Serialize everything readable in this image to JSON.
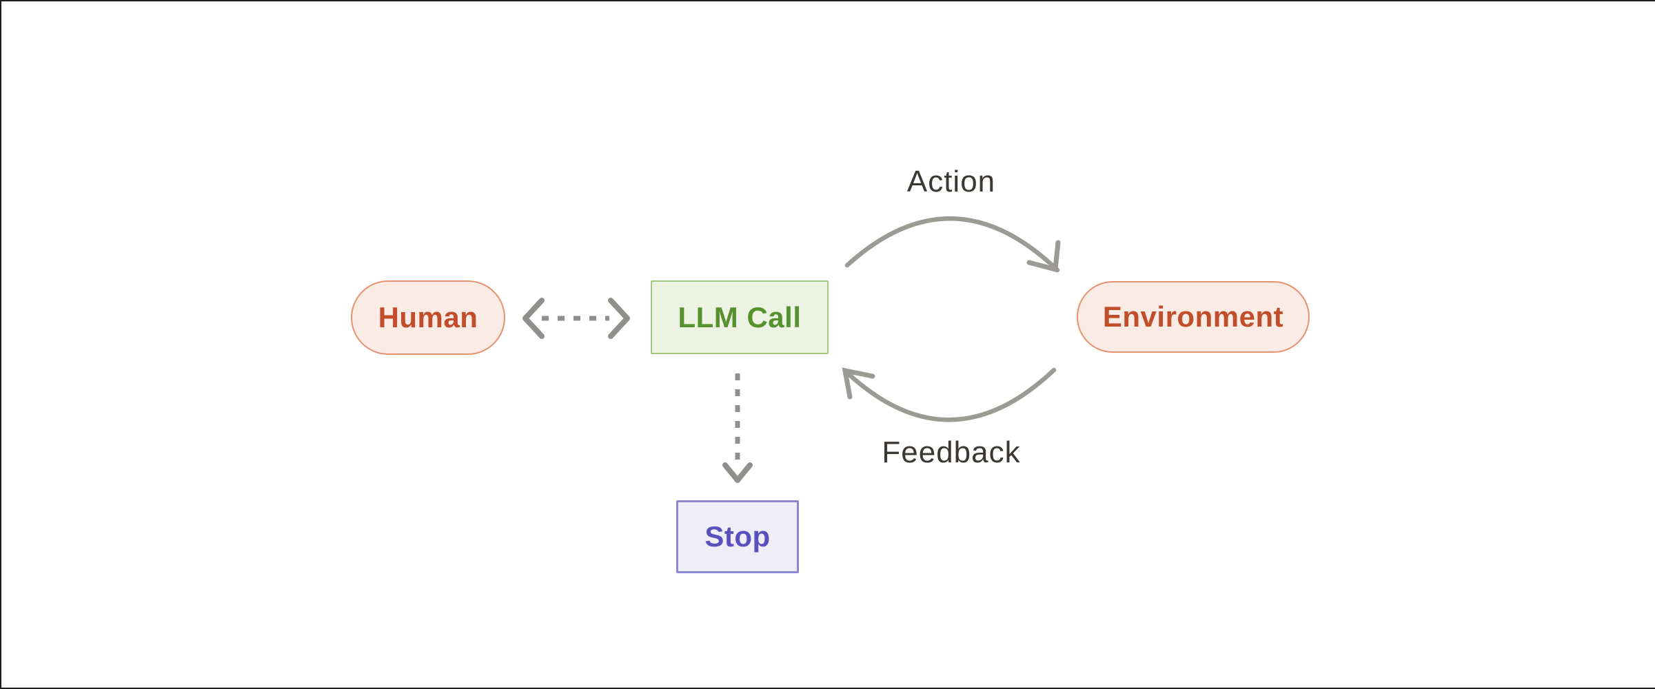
{
  "theme": {
    "canvas_bg": "#ffffff",
    "frame_border": "#1e1e1e",
    "pill_bg": "#fbebe5",
    "pill_border": "#e6916f",
    "pill_text": "#c14e2b",
    "llm_bg": "#edf3e3",
    "llm_border": "#a5c87e",
    "llm_text": "#55912d",
    "stop_bg": "#efeef8",
    "stop_border": "#8d86d5",
    "stop_text": "#5850bc",
    "dashed_arrow": "#8f8f8b",
    "curve_arrow": "#9c9a94",
    "label_text": "#3b3833"
  },
  "diagram": {
    "nodes": {
      "human": {
        "label": "Human",
        "shape": "pill"
      },
      "llm_call": {
        "label": "LLM Call",
        "shape": "rect"
      },
      "environment": {
        "label": "Environment",
        "shape": "pill"
      },
      "stop": {
        "label": "Stop",
        "shape": "rect"
      }
    },
    "edges": {
      "human_llm": {
        "from": "human",
        "to": "llm_call",
        "style": "dashed",
        "direction": "both",
        "label": ""
      },
      "action": {
        "from": "llm_call",
        "to": "environment",
        "style": "curved",
        "direction": "right",
        "label": "Action"
      },
      "feedback": {
        "from": "environment",
        "to": "llm_call",
        "style": "curved",
        "direction": "left",
        "label": "Feedback"
      },
      "llm_stop": {
        "from": "llm_call",
        "to": "stop",
        "style": "dashed",
        "direction": "down",
        "label": ""
      }
    }
  }
}
